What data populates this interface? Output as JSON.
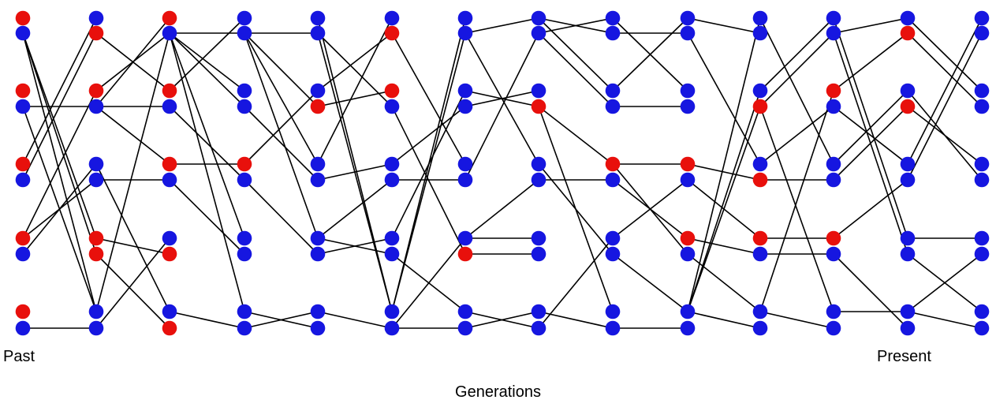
{
  "figure": {
    "label_left": "Past",
    "label_right": "Present",
    "xlabel": "Generations"
  },
  "chart_data": {
    "type": "scatter",
    "subtype": "node-link-generations-network",
    "title": "",
    "xlabel": "Generations",
    "annotations": [
      "Past",
      "Present"
    ],
    "legend": "none",
    "grid": false,
    "n_generations": 14,
    "individuals_per_generation": 10,
    "columns_x": [
      29,
      122,
      215,
      310,
      403,
      497,
      590,
      683,
      777,
      872,
      964,
      1057,
      1151,
      1245
    ],
    "rows_y": [
      23,
      42,
      115,
      135,
      208,
      228,
      302,
      322,
      395,
      416
    ],
    "node_radius": 9.3,
    "edge_width": 1.6,
    "colors": {
      "red_node": "#e8100c",
      "blue_node": "#1616e0",
      "edge": "#000000",
      "background": "#ffffff"
    },
    "node_colors": [
      "rbrbrbrbrb",
      "brrbbbrrbb",
      "rbrbrbbrbr",
      "bbbbrbbbbb",
      "bbbrbbbbbb",
      "brrbbbbbbb",
      "bbbbbbbrbb",
      "bbbrbbbbbb",
      "bbbbrbbbbb",
      "bbbbrbrbbb",
      "bbbrbrrbbb",
      "bbrbbbrbbb",
      "brbrbbbbbb",
      "bbbbbbbbbb"
    ],
    "edges": [
      [
        0,
        3,
        3
      ],
      [
        0,
        9,
        9
      ],
      [
        0,
        4,
        0
      ],
      [
        0,
        5,
        1
      ],
      [
        0,
        6,
        2
      ],
      [
        0,
        6,
        5
      ],
      [
        0,
        7,
        4
      ],
      [
        0,
        1,
        6
      ],
      [
        0,
        1,
        7
      ],
      [
        0,
        1,
        8
      ],
      [
        0,
        3,
        8
      ],
      [
        1,
        3,
        0
      ],
      [
        1,
        2,
        1
      ],
      [
        1,
        8,
        1
      ],
      [
        1,
        1,
        2
      ],
      [
        1,
        3,
        3
      ],
      [
        1,
        3,
        4
      ],
      [
        1,
        5,
        5
      ],
      [
        1,
        9,
        6
      ],
      [
        1,
        6,
        7
      ],
      [
        1,
        4,
        8
      ],
      [
        1,
        7,
        9
      ],
      [
        2,
        2,
        0
      ],
      [
        2,
        1,
        1
      ],
      [
        2,
        1,
        2
      ],
      [
        2,
        1,
        3
      ],
      [
        2,
        4,
        4
      ],
      [
        2,
        3,
        5
      ],
      [
        2,
        1,
        6
      ],
      [
        2,
        5,
        7
      ],
      [
        2,
        1,
        8
      ],
      [
        2,
        8,
        9
      ],
      [
        3,
        1,
        1
      ],
      [
        3,
        4,
        2
      ],
      [
        3,
        1,
        3
      ],
      [
        3,
        1,
        4
      ],
      [
        3,
        3,
        5
      ],
      [
        3,
        1,
        6
      ],
      [
        3,
        5,
        7
      ],
      [
        3,
        9,
        8
      ],
      [
        3,
        8,
        9
      ],
      [
        4,
        4,
        0
      ],
      [
        4,
        2,
        1
      ],
      [
        4,
        3,
        2
      ],
      [
        4,
        1,
        3
      ],
      [
        4,
        5,
        4
      ],
      [
        4,
        6,
        5
      ],
      [
        4,
        7,
        6
      ],
      [
        4,
        6,
        7
      ],
      [
        4,
        0,
        8
      ],
      [
        4,
        1,
        8
      ],
      [
        4,
        8,
        9
      ],
      [
        5,
        8,
        0
      ],
      [
        5,
        8,
        1
      ],
      [
        5,
        6,
        2
      ],
      [
        5,
        4,
        3
      ],
      [
        5,
        1,
        4
      ],
      [
        5,
        5,
        5
      ],
      [
        5,
        9,
        6
      ],
      [
        5,
        3,
        7
      ],
      [
        5,
        7,
        8
      ],
      [
        5,
        9,
        9
      ],
      [
        6,
        1,
        0
      ],
      [
        6,
        5,
        1
      ],
      [
        6,
        3,
        2
      ],
      [
        6,
        2,
        3
      ],
      [
        6,
        1,
        4
      ],
      [
        6,
        6,
        5
      ],
      [
        6,
        6,
        6
      ],
      [
        6,
        7,
        7
      ],
      [
        6,
        9,
        8
      ],
      [
        6,
        8,
        9
      ],
      [
        7,
        1,
        0
      ],
      [
        7,
        0,
        1
      ],
      [
        7,
        0,
        2
      ],
      [
        7,
        1,
        3
      ],
      [
        7,
        3,
        4
      ],
      [
        7,
        5,
        5
      ],
      [
        7,
        9,
        6
      ],
      [
        7,
        4,
        7
      ],
      [
        7,
        3,
        8
      ],
      [
        7,
        8,
        9
      ],
      [
        8,
        2,
        0
      ],
      [
        8,
        1,
        1
      ],
      [
        8,
        0,
        2
      ],
      [
        8,
        3,
        3
      ],
      [
        8,
        4,
        4
      ],
      [
        8,
        6,
        5
      ],
      [
        8,
        5,
        6
      ],
      [
        8,
        4,
        7
      ],
      [
        8,
        7,
        8
      ],
      [
        8,
        9,
        9
      ],
      [
        9,
        8,
        0
      ],
      [
        9,
        0,
        1
      ],
      [
        9,
        8,
        2
      ],
      [
        9,
        8,
        3
      ],
      [
        9,
        1,
        4
      ],
      [
        9,
        4,
        5
      ],
      [
        9,
        5,
        6
      ],
      [
        9,
        6,
        7
      ],
      [
        9,
        7,
        8
      ],
      [
        9,
        8,
        9
      ],
      [
        10,
        2,
        0
      ],
      [
        10,
        3,
        1
      ],
      [
        10,
        8,
        2
      ],
      [
        10,
        4,
        3
      ],
      [
        10,
        0,
        4
      ],
      [
        10,
        5,
        5
      ],
      [
        10,
        6,
        6
      ],
      [
        10,
        7,
        7
      ],
      [
        10,
        3,
        8
      ],
      [
        10,
        8,
        9
      ],
      [
        11,
        1,
        0
      ],
      [
        11,
        2,
        1
      ],
      [
        11,
        4,
        2
      ],
      [
        11,
        5,
        3
      ],
      [
        11,
        3,
        4
      ],
      [
        11,
        6,
        5
      ],
      [
        11,
        0,
        6
      ],
      [
        11,
        1,
        7
      ],
      [
        11,
        8,
        8
      ],
      [
        11,
        7,
        9
      ],
      [
        12,
        4,
        0
      ],
      [
        12,
        5,
        1
      ],
      [
        12,
        0,
        2
      ],
      [
        12,
        1,
        3
      ],
      [
        12,
        3,
        4
      ],
      [
        12,
        2,
        5
      ],
      [
        12,
        6,
        6
      ],
      [
        12,
        8,
        7
      ],
      [
        12,
        7,
        8
      ],
      [
        12,
        8,
        9
      ]
    ]
  }
}
